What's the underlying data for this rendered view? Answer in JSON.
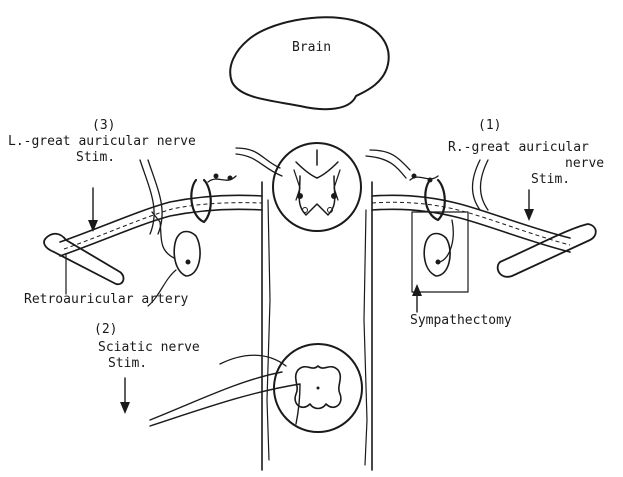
{
  "labels": {
    "brain": "Brain",
    "left_number": "(3)",
    "left_nerve": "L.-great auricular nerve",
    "left_stim": "Stim.",
    "right_number": "(1)",
    "right_nerve_line1": "R.-great auricular",
    "right_nerve_line2": "nerve",
    "right_stim": "Stim.",
    "artery": "Retroauricular artery",
    "sympathectomy": "Sympathectomy",
    "sciatic_number": "(2)",
    "sciatic_nerve": "Sciatic nerve",
    "sciatic_stim": "Stim."
  }
}
